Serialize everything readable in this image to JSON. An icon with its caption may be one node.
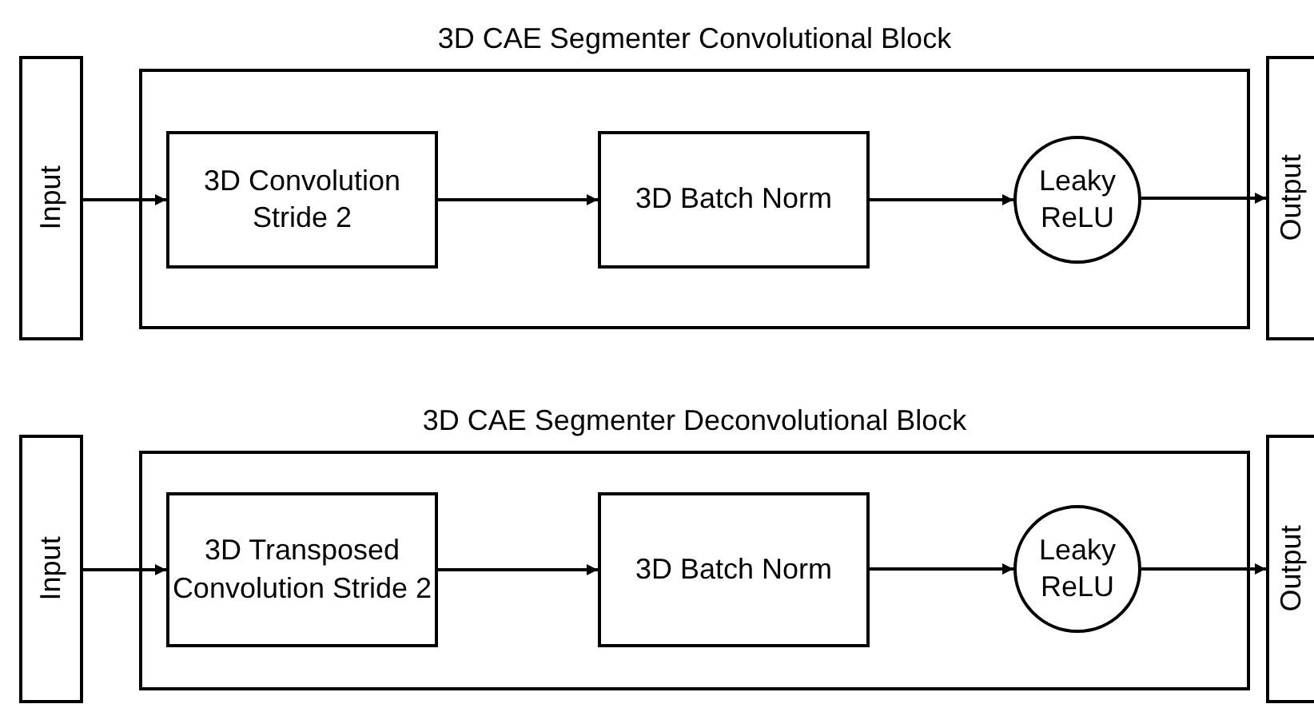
{
  "diagram": {
    "nodes": [
      {
        "text": [
          "Input"
        ]
      },
      {
        "text": [
          "3D CAE Segmenter Convolutional Block"
        ]
      },
      {
        "text": [
          "3D Convolution Stride 2"
        ],
        "in": 1
      },
      {
        "text": [
          "3D Batch Norm"
        ],
        "in": 1
      },
      {
        "text": [
          "Leaky ReLU"
        ],
        "in": 1
      },
      {
        "text": [
          "Output"
        ]
      },
      {
        "text": [
          "Input"
        ]
      },
      {
        "text": [
          "3D CAE Segmenter Deconvolutional Block"
        ]
      },
      {
        "text": [
          "3D Transposed Convolution Stride 2"
        ],
        "in": 7
      },
      {
        "text": [
          "3D Batch Norm"
        ],
        "in": 7
      },
      {
        "text": [
          "Leaky ReLU"
        ],
        "in": 7
      },
      {
        "text": [
          "Output"
        ]
      }
    ],
    "edges": [
      {
        "from": 0,
        "to": 2,
        "arrow": "to"
      },
      {
        "from": 2,
        "to": 3,
        "arrow": "to"
      },
      {
        "from": 3,
        "to": 4,
        "arrow": "to"
      },
      {
        "from": 4,
        "to": 5,
        "arrow": "to"
      },
      {
        "from": 6,
        "to": 8,
        "arrow": "to"
      },
      {
        "from": 8,
        "to": 9,
        "arrow": "to"
      },
      {
        "from": 9,
        "to": 10,
        "arrow": "to"
      },
      {
        "from": 10,
        "to": 11,
        "arrow": "to"
      }
    ]
  }
}
